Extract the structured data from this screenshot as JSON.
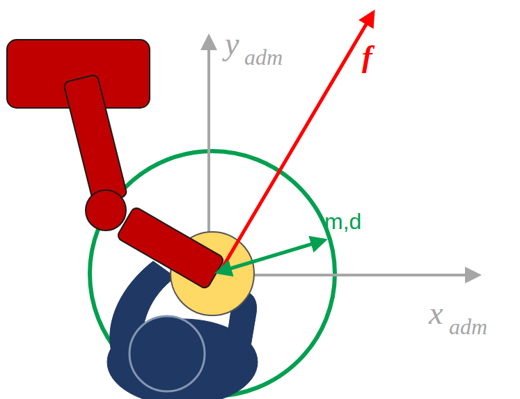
{
  "diagram": {
    "labels": [
      "y",
      "adm",
      "f",
      "m,d",
      "x",
      "adm"
    ]
  }
}
